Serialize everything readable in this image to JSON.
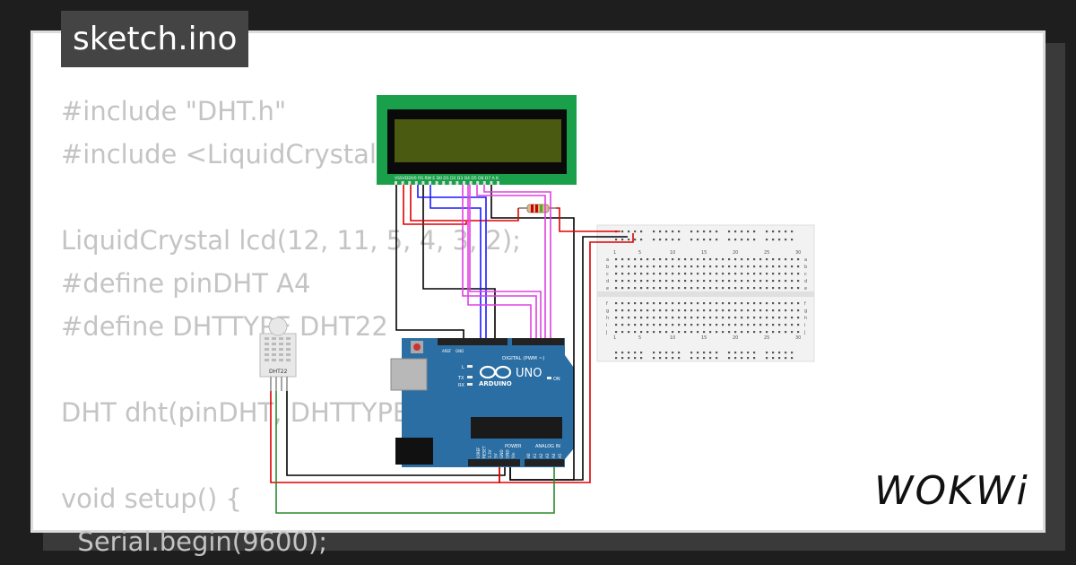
{
  "tab": {
    "title": "sketch.ino"
  },
  "code_lines": [
    "#include \"DHT.h\"",
    "#include <LiquidCrystal.h>",
    "",
    "LiquidCrystal lcd(12, 11, 5, 4, 3, 2);",
    "#define pinDHT A4",
    "#define DHTTYPE DHT22",
    "",
    "DHT dht(pinDHT, DHTTYPE);",
    "",
    "void setup() {",
    "  Serial.begin(9600);"
  ],
  "components": {
    "lcd": {
      "pin_labels": "VSSVDDV0 RS RW E D0 D1 D2 D3 D4 D5 D6 D7 A K"
    },
    "dht": {
      "label": "DHT22"
    },
    "arduino": {
      "brand": "ARDUINO",
      "model": "UNO",
      "digital_label": "DIGITAL (PWM ~)",
      "power_label": "POWER",
      "analog_label": "ANALOG IN",
      "on_label": "ON",
      "l_label": "L",
      "tx_label": "TX",
      "rx_label": "RX",
      "aref_label": "AREF",
      "gnd_label": "GND",
      "power_pins": [
        "IOREF",
        "RESET",
        "3.3V",
        "5V",
        "GND",
        "GND",
        "Vin"
      ],
      "analog_pins": [
        "A0",
        "A1",
        "A2",
        "A3",
        "A4",
        "A5"
      ]
    },
    "breadboard": {
      "column_numbers": [
        "1",
        "5",
        "10",
        "15",
        "20",
        "25",
        "30"
      ],
      "row_letters_top": [
        "a",
        "b",
        "c",
        "d",
        "e"
      ],
      "row_letters_bottom": [
        "f",
        "g",
        "h",
        "i",
        "j"
      ]
    }
  },
  "colors": {
    "wire_black": "#000000",
    "wire_red": "#e00000",
    "wire_blue": "#1a1aff",
    "wire_magenta": "#e040e0",
    "wire_green": "#2a8a2a",
    "lcd_board": "#1aa04a",
    "lcd_screen": "#4a5a10",
    "arduino_board": "#2b6ea3"
  },
  "logo": {
    "text": "WOKWi"
  }
}
